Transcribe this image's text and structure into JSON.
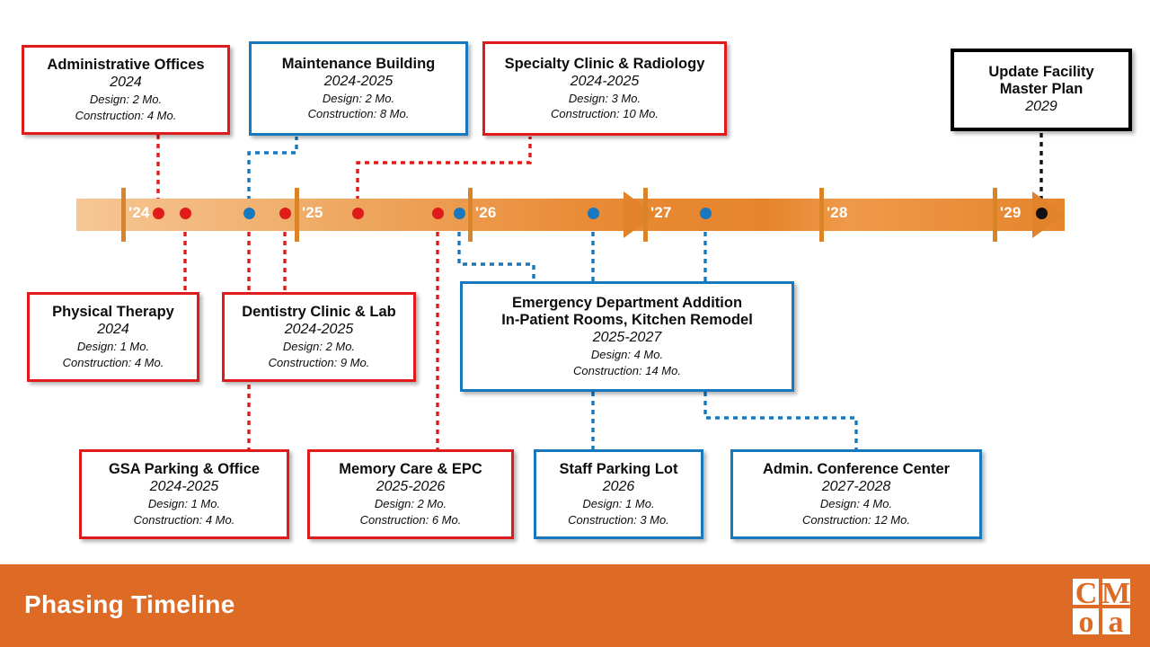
{
  "footer": {
    "title": "Phasing Timeline",
    "logo_name": "cma-logo",
    "bar_color": "#dd6b26"
  },
  "timeline": {
    "years": [
      "'24",
      "'25",
      "'26",
      "'27",
      "'28",
      "'29"
    ],
    "colors": {
      "red": "#e01b1b",
      "blue": "#1878be",
      "black": "#111111",
      "band_start": "#f6c795",
      "band_end": "#e5842c",
      "tick": "#d98527"
    }
  },
  "phases": [
    {
      "id": "administrative-offices",
      "title": "Administrative Offices",
      "years": "2024",
      "design": "Design: 2 Mo.",
      "construction": "Construction: 4 Mo.",
      "color": "red"
    },
    {
      "id": "maintenance-building",
      "title": "Maintenance Building",
      "years": "2024-2025",
      "design": "Design: 2 Mo.",
      "construction": "Construction: 8 Mo.",
      "color": "blue"
    },
    {
      "id": "specialty-clinic-radiology",
      "title": "Specialty Clinic & Radiology",
      "years": "2024-2025",
      "design": "Design: 3 Mo.",
      "construction": "Construction: 10 Mo.",
      "color": "red"
    },
    {
      "id": "update-facility-master-plan",
      "title_line1": "Update Facility",
      "title_line2": "Master Plan",
      "years": "2029",
      "color": "black"
    },
    {
      "id": "physical-therapy",
      "title": "Physical Therapy",
      "years": "2024",
      "design": "Design: 1 Mo.",
      "construction": "Construction: 4 Mo.",
      "color": "red"
    },
    {
      "id": "dentistry-clinic-lab",
      "title": "Dentistry Clinic & Lab",
      "years": "2024-2025",
      "design": "Design: 2 Mo.",
      "construction": "Construction: 9 Mo.",
      "color": "red"
    },
    {
      "id": "emergency-department-addition",
      "title_line1": "Emergency Department Addition",
      "title_line2": "In-Patient Rooms, Kitchen Remodel",
      "years": "2025-2027",
      "design": "Design: 4 Mo.",
      "construction": "Construction: 14 Mo.",
      "color": "blue"
    },
    {
      "id": "gsa-parking-office",
      "title": "GSA Parking & Office",
      "years": "2024-2025",
      "design": "Design: 1 Mo.",
      "construction": "Construction: 4 Mo.",
      "color": "red"
    },
    {
      "id": "memory-care-epc",
      "title": "Memory Care & EPC",
      "years": "2025-2026",
      "design": "Design: 2 Mo.",
      "construction": "Construction: 6 Mo.",
      "color": "red"
    },
    {
      "id": "staff-parking-lot",
      "title": "Staff Parking Lot",
      "years": "2026",
      "design": "Design: 1 Mo.",
      "construction": "Construction: 3 Mo.",
      "color": "blue"
    },
    {
      "id": "admin-conference-center",
      "title": "Admin. Conference Center",
      "years": "2027-2028",
      "design": "Design: 4 Mo.",
      "construction": "Construction: 12 Mo.",
      "color": "blue"
    }
  ]
}
